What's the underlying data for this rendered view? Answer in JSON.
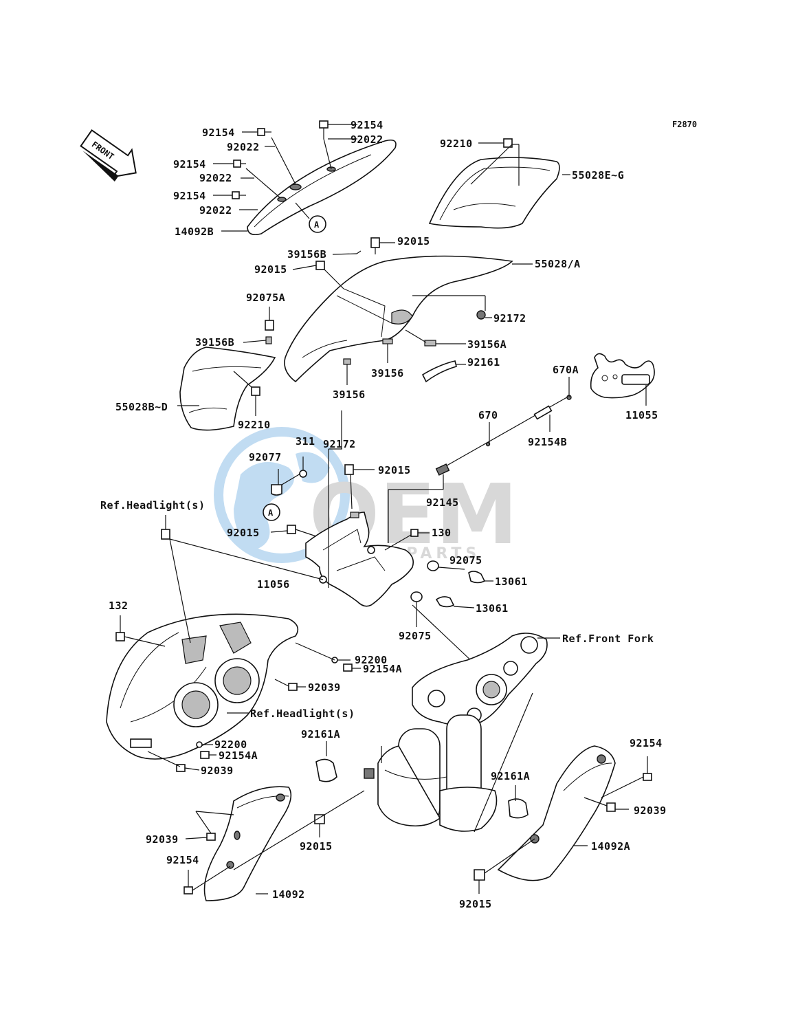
{
  "figure_code": "F2870",
  "front_arrow_label": "FRONT",
  "watermark": {
    "brand": "OEM",
    "sub": "MOTORPARTS",
    "color_blue": "#6aa7d8",
    "color_grey": "#b9b9b9"
  },
  "callouts": {
    "marker_a": "A",
    "ref_headlight": "Ref.Headlight(s)",
    "ref_front_fork": "Ref.Front Fork"
  },
  "labels": {
    "p92154_1": "92154",
    "p92022_1": "92022",
    "p92154_2": "92154",
    "p92022_2": "92022",
    "p92154_3": "92154",
    "p92022_3": "92022",
    "p92154_top": "92154",
    "p92022_top": "92022",
    "p92210_top": "92210",
    "p55028eg": "55028E~G",
    "p14092b": "14092B",
    "p39156b_1": "39156B",
    "p92015_1": "92015",
    "p92015_2": "92015",
    "p55028a": "55028/A",
    "p92075a": "92075A",
    "p92172_1": "92172",
    "p39156b_2": "39156B",
    "p39156a": "39156A",
    "p39156_1": "39156",
    "p92161": "92161",
    "p39156_2": "39156",
    "p670a": "670A",
    "p55028bd": "55028B~D",
    "p11055": "11055",
    "p92210_2": "92210",
    "p670": "670",
    "p311": "311",
    "p92172_2": "92172",
    "p92154b": "92154B",
    "p92077": "92077",
    "p92015_3": "92015",
    "p92145": "92145",
    "p92015_4": "92015",
    "p130": "130",
    "p92075_1": "92075",
    "p11056": "11056",
    "p13061_1": "13061",
    "p13061_2": "13061",
    "p132": "132",
    "p92075_2": "92075",
    "p92200_1": "92200",
    "p92154a_1": "92154A",
    "p92039_1": "92039",
    "p92161a_1": "92161A",
    "p92200_2": "92200",
    "p92154a_2": "92154A",
    "p92039_2": "92039",
    "p92154_r": "92154",
    "p92161a_2": "92161A",
    "p92039_3": "92039",
    "p92039_4": "92039",
    "p92154_l": "92154",
    "p92015_5": "92015",
    "p14092a": "14092A",
    "p14092": "14092",
    "p92015_6": "92015"
  }
}
